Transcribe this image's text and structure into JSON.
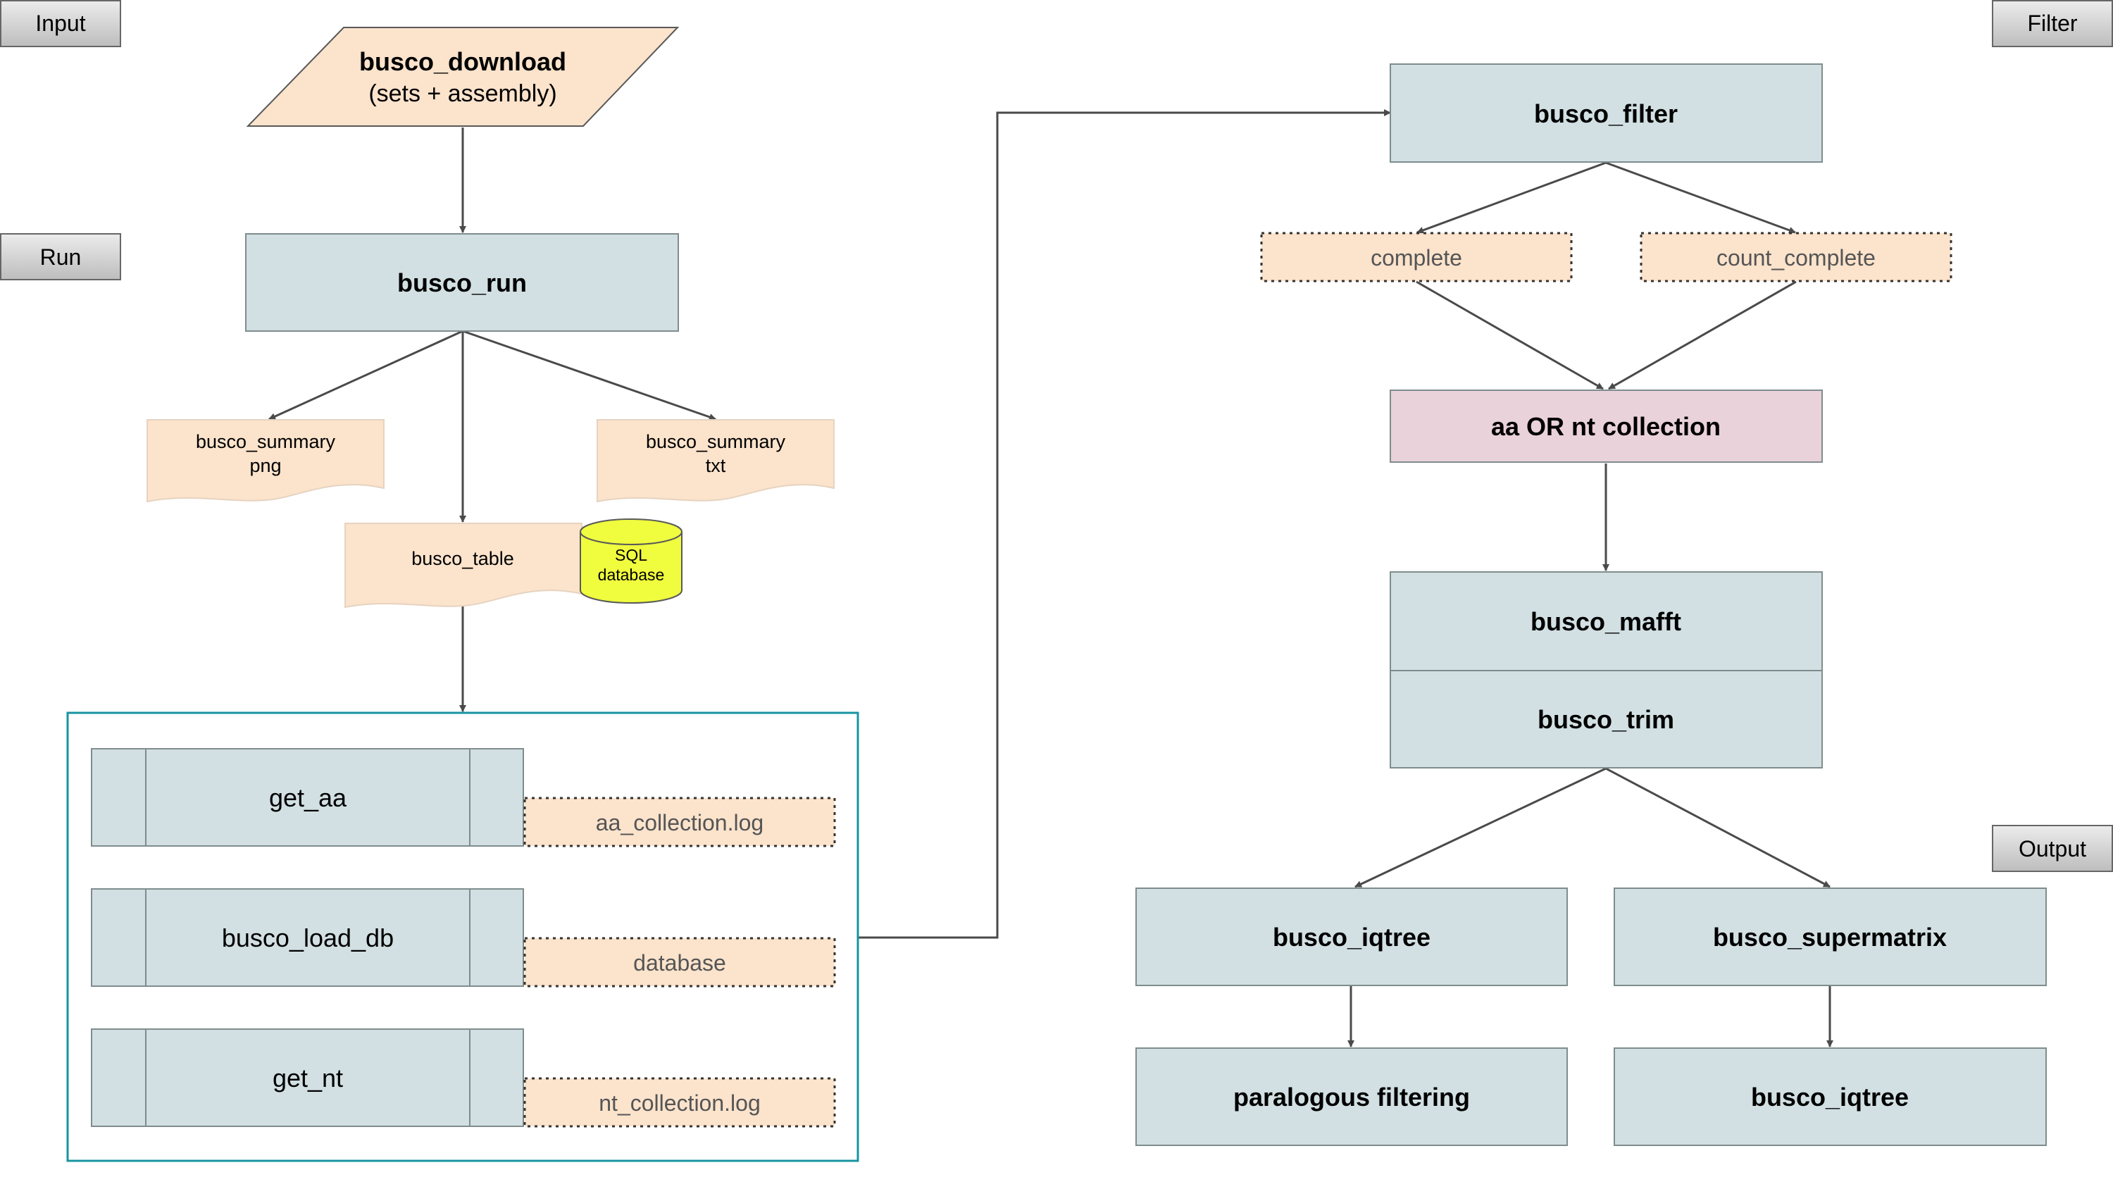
{
  "colors": {
    "process_fill": "#d2e0e3",
    "process_stroke": "#7f8c8d",
    "data_fill": "#fbe3cc",
    "collection_fill": "#ead2da",
    "db_fill": "#f0fc3e",
    "group_stroke": "#1794a0",
    "arrow": "#4a4a4a",
    "side_label_fill": "#d9d9d9"
  },
  "side_labels": {
    "input": "Input",
    "run": "Run",
    "filter": "Filter",
    "output": "Output"
  },
  "nodes": {
    "busco_download_title": "busco_download",
    "busco_download_subtitle": "(sets + assembly)",
    "busco_run": "busco_run",
    "summary_png_line1": "busco_summary",
    "summary_png_line2": "png",
    "summary_txt_line1": "busco_summary",
    "summary_txt_line2": "txt",
    "busco_table": "busco_table",
    "sql_line1": "SQL",
    "sql_line2": "database",
    "get_aa": "get_aa",
    "aa_log": "aa_collection.log",
    "busco_load_db": "busco_load_db",
    "database": "database",
    "get_nt": "get_nt",
    "nt_log": "nt_collection.log",
    "busco_filter": "busco_filter",
    "complete": "complete",
    "count_complete": "count_complete",
    "collection": "aa OR nt collection",
    "busco_mafft": "busco_mafft",
    "busco_trim": "busco_trim",
    "busco_iqtree_left": "busco_iqtree",
    "busco_supermatrix": "busco_supermatrix",
    "paralogous_filtering": "paralogous filtering",
    "busco_iqtree_right": "busco_iqtree"
  }
}
